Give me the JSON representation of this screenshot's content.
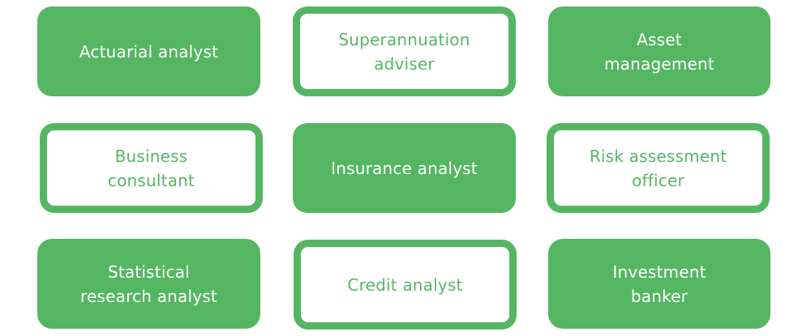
{
  "colors": {
    "accent": "#55b662",
    "background": "#ffffff",
    "filled_text": "#ffffff"
  },
  "tiles": [
    {
      "label": "Actuarial analyst",
      "style": "filled"
    },
    {
      "label": "Superannuation\nadviser",
      "style": "outline"
    },
    {
      "label": "Asset\nmanagement",
      "style": "filled"
    },
    {
      "label": "Business\nconsultant",
      "style": "outline"
    },
    {
      "label": "Insurance analyst",
      "style": "filled"
    },
    {
      "label": "Risk assessment\nofficer",
      "style": "outline"
    },
    {
      "label": "Statistical\nresearch analyst",
      "style": "filled"
    },
    {
      "label": "Credit analyst",
      "style": "outline"
    },
    {
      "label": "Investment\nbanker",
      "style": "filled"
    }
  ]
}
